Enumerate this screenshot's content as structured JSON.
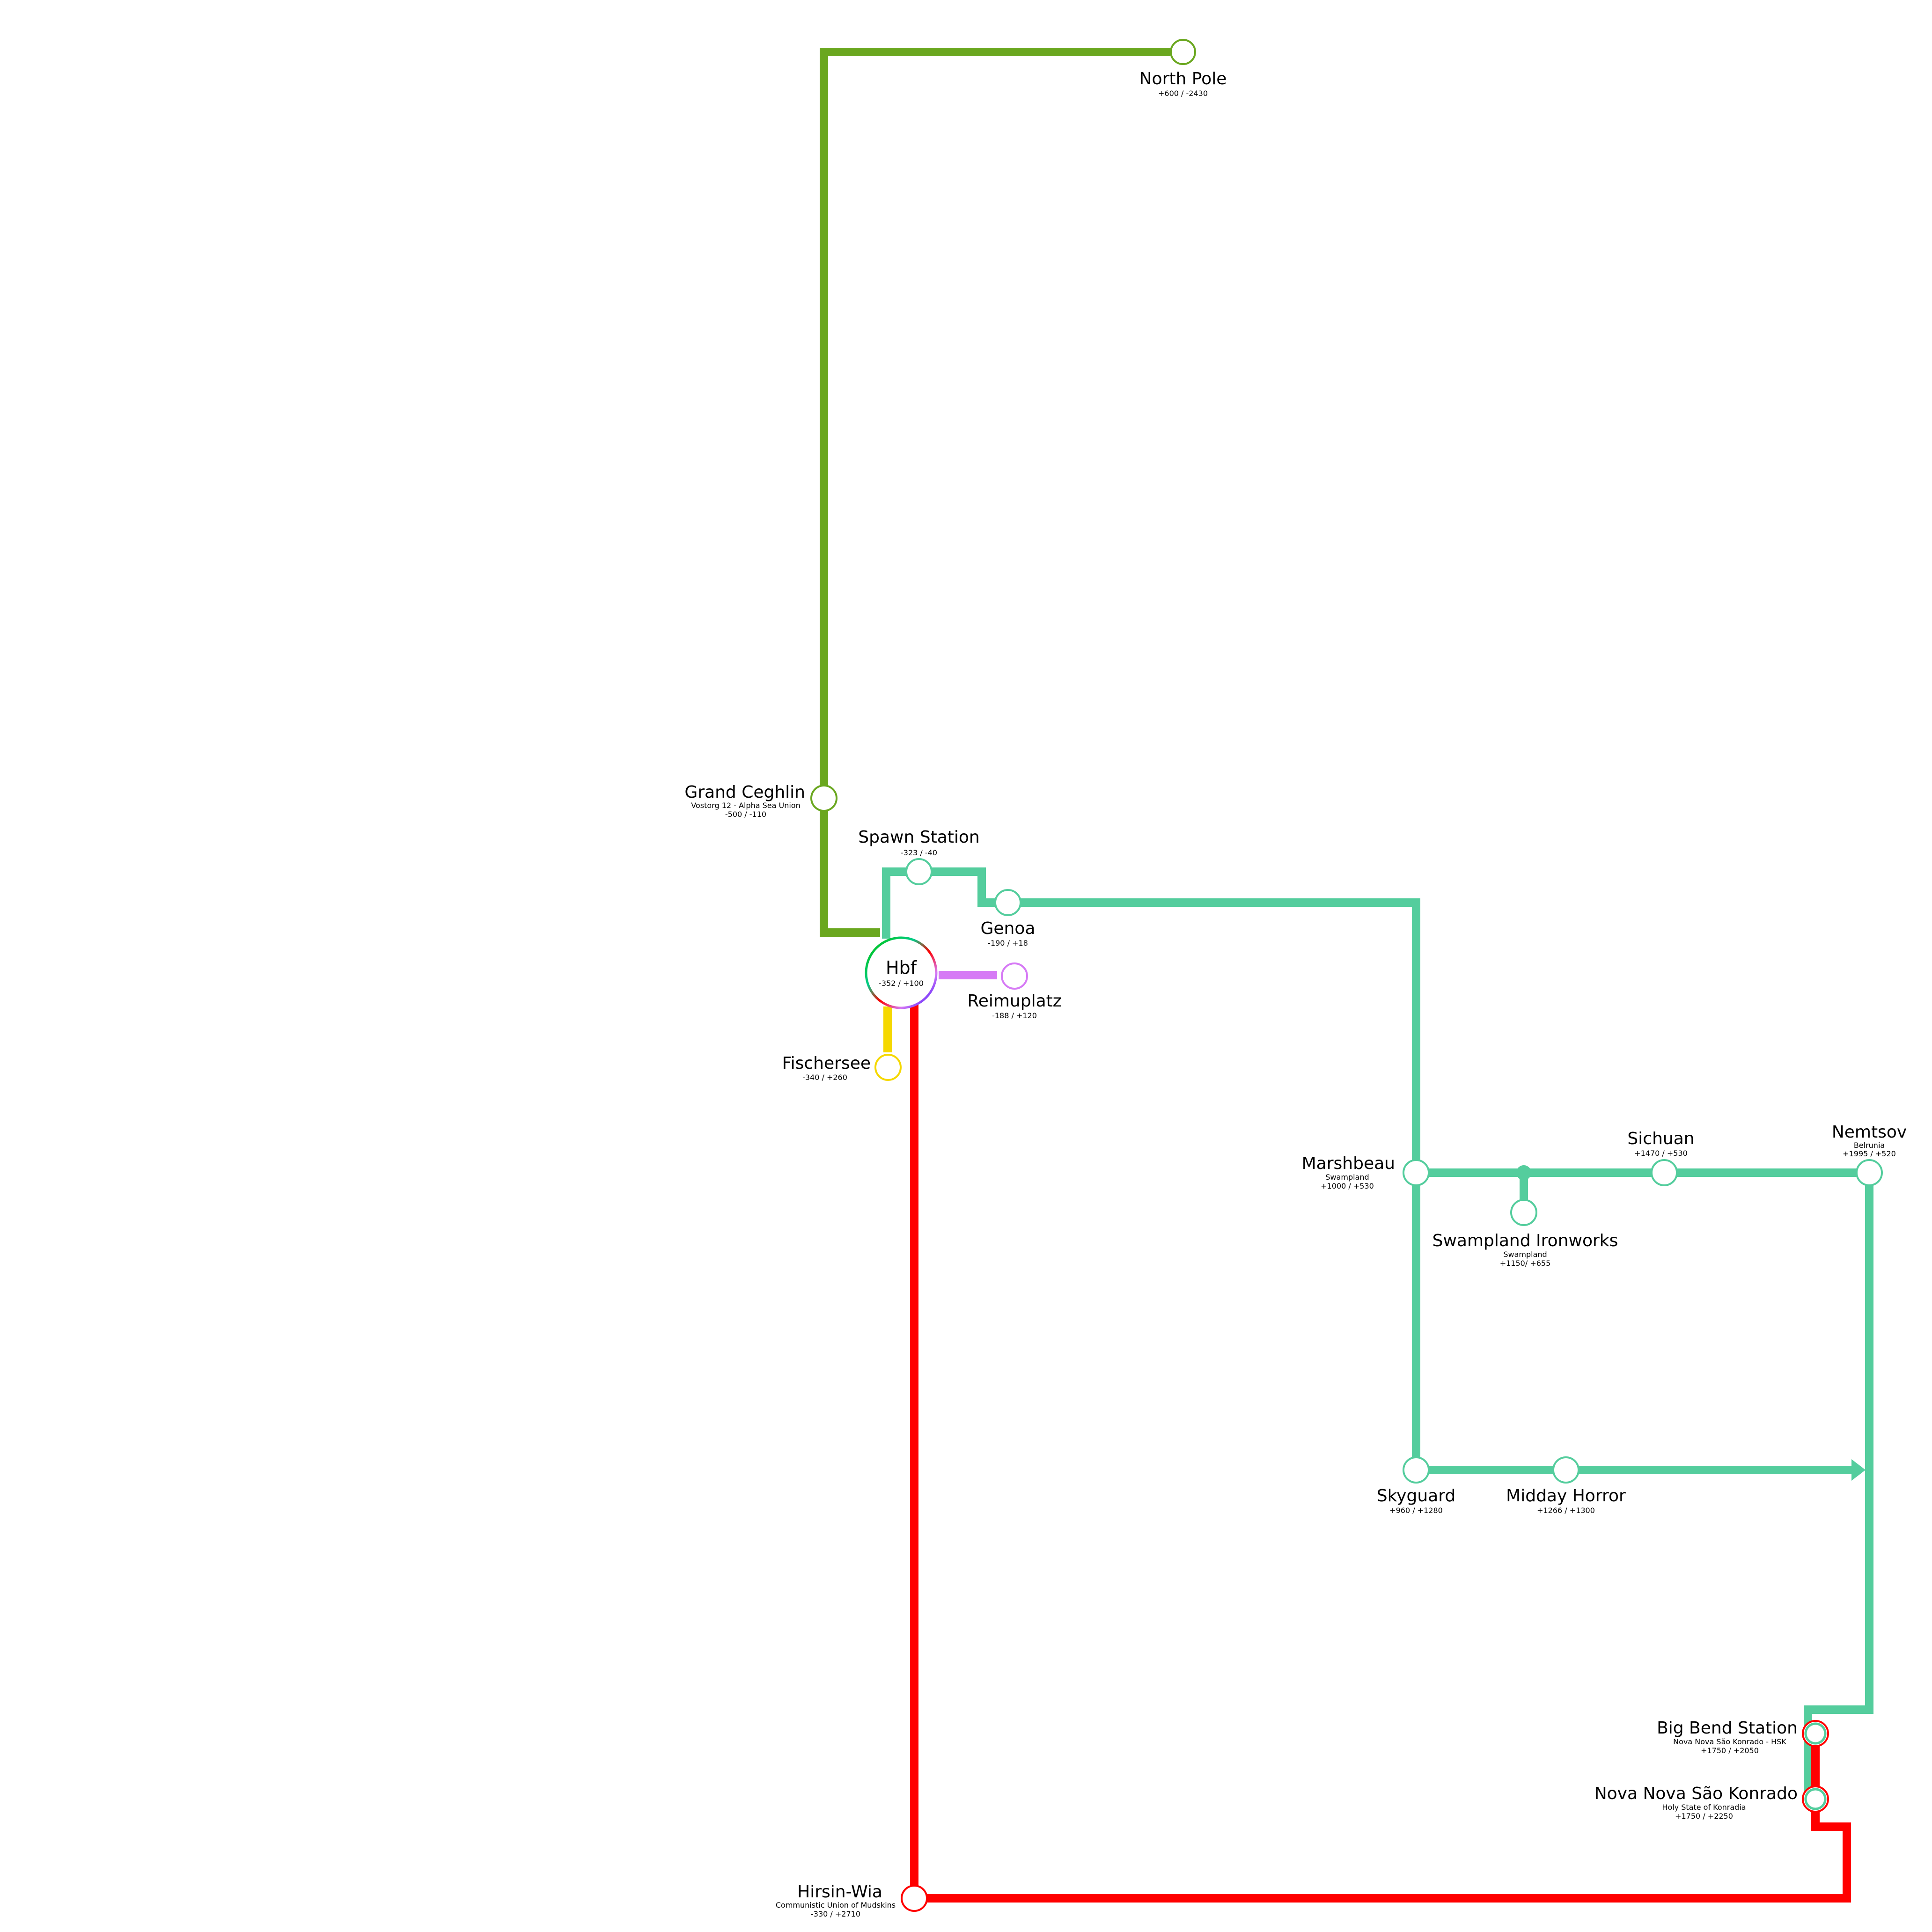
{
  "lines": [
    {
      "name": "green",
      "color": "#6aa71f"
    },
    {
      "name": "teal",
      "color": "#54cd9d"
    },
    {
      "name": "red",
      "color": "#ff0000"
    },
    {
      "name": "yellow",
      "color": "#f5d800"
    },
    {
      "name": "violet",
      "color": "#d67af5"
    }
  ],
  "hub": {
    "name": "Hbf",
    "coords": "-352 / +100"
  },
  "stations": {
    "north_pole": {
      "name": "North Pole",
      "coords": "+600 / -2430"
    },
    "grand_ceghlin": {
      "name": "Grand Ceghlin",
      "region": "Vostorg 12 - Alpha Sea Union",
      "coords": "-500 / -110"
    },
    "spawn_station": {
      "name": "Spawn Station",
      "coords": "-323 / -40"
    },
    "genoa": {
      "name": "Genoa",
      "coords": "-190 / +18"
    },
    "reimuplatz": {
      "name": "Reimuplatz",
      "coords": "-188 / +120"
    },
    "fischersee": {
      "name": "Fischersee",
      "coords": "-340 / +260"
    },
    "marshbeau": {
      "name": "Marshbeau",
      "region": "Swampland",
      "coords": "+1000 / +530"
    },
    "swampland_ironworks": {
      "name": "Swampland Ironworks",
      "region": "Swampland",
      "coords": "+1150/ +655"
    },
    "sichuan": {
      "name": "Sichuan",
      "coords": "+1470 / +530"
    },
    "nemtsov": {
      "name": "Nemtsov",
      "region": "Belrunia",
      "coords": "+1995 / +520"
    },
    "skyguard": {
      "name": "Skyguard",
      "coords": "+960 / +1280"
    },
    "midday_horror": {
      "name": "Midday Horror",
      "coords": "+1266 / +1300"
    },
    "big_bend_station": {
      "name": "Big Bend Station",
      "region": "Nova Nova São Konrado - HSK",
      "coords": "+1750 / +2050"
    },
    "nova_nova_sao_konrado": {
      "name": "Nova Nova São Konrado",
      "region": "Holy State of Konradia",
      "coords": "+1750 / +2250"
    },
    "hirsin_wia": {
      "name": "Hirsin-Wia",
      "region": "Communistic Union of Mudskins",
      "coords": "-330 / +2710"
    }
  }
}
